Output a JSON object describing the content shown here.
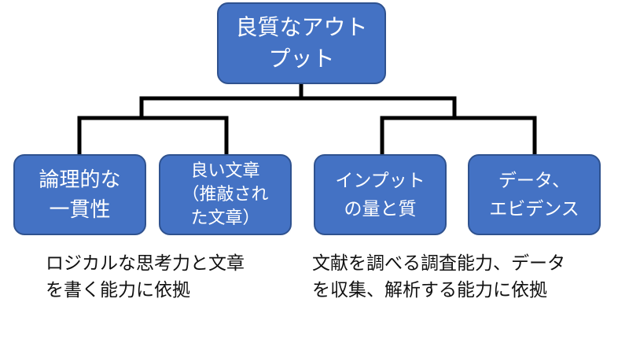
{
  "diagram": {
    "root": {
      "lines": [
        "良質なアウト",
        "プット"
      ]
    },
    "children": [
      {
        "lines": [
          "論理的な",
          "一貫性"
        ]
      },
      {
        "lines": [
          "良い文章",
          "（推敲され",
          "た文章）"
        ]
      },
      {
        "lines": [
          "インプット",
          "の量と質"
        ]
      },
      {
        "lines": [
          "データ、",
          "エビデンス"
        ]
      }
    ],
    "captions": {
      "left": [
        "ロジカルな思考力と文章",
        "を書く能力に依拠"
      ],
      "right": [
        "文献を調べる調査能力、データ",
        "を収集、解析する能力に依拠"
      ]
    }
  },
  "colors": {
    "node_fill": "#4472c4",
    "node_border": "#2f528f",
    "node_text": "#ffffff",
    "connector": "#000000"
  }
}
